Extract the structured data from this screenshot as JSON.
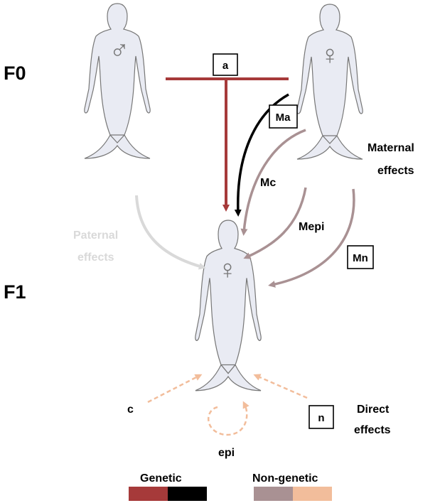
{
  "generations": {
    "f0": "F0",
    "f1": "F1"
  },
  "figures": {
    "father": {
      "symbol": "♂"
    },
    "mother": {
      "symbol": "♀"
    },
    "offspring": {
      "symbol": "♀"
    }
  },
  "paths": {
    "a": "a",
    "ma": "Ma",
    "mc": "Mc",
    "mepi": "Mepi",
    "mn": "Mn",
    "c": "c",
    "n": "n",
    "epi": "epi"
  },
  "groups": {
    "maternal_line1": "Maternal",
    "maternal_line2": "effects",
    "paternal_line1": "Paternal",
    "paternal_line2": "effects",
    "direct_line1": "Direct",
    "direct_line2": "effects"
  },
  "legend": {
    "genetic": {
      "label": "Genetic",
      "colors": [
        "#a63a3a",
        "#000000"
      ]
    },
    "nongenetic": {
      "label": "Non-genetic",
      "colors": [
        "#a99193",
        "#f2bd9b"
      ]
    }
  },
  "colors": {
    "genetic_red": "#a63a3a",
    "genetic_black": "#000000",
    "maternal_mauve": "#a99193",
    "paternal_grey": "#d9d9d9",
    "direct_peach": "#f2bd9b",
    "figure_fill": "#e9ebf3",
    "figure_stroke": "#777777"
  }
}
